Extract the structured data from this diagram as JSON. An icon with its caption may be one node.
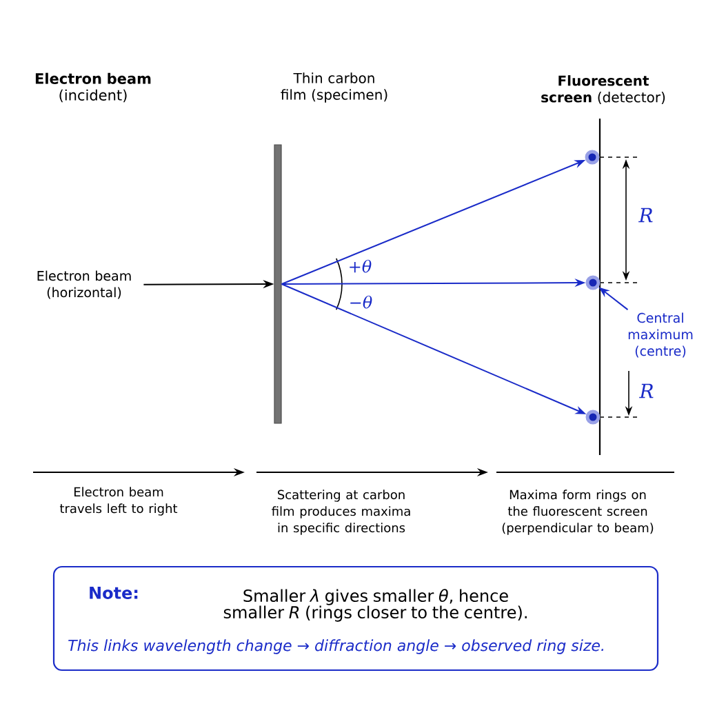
{
  "diagram": {
    "nodes": [
      {
        "text": [
          "Electron beam (horizontal)"
        ]
      },
      {
        "text": [
          "Thin carbon film (specimen)"
        ]
      },
      {
        "text": [
          "**Fluorescent screen** (detector)"
        ]
      },
      {
        "text": [],
        "shape": "circle"
      },
      {
        "text": [],
        "shape": "circle"
      },
      {
        "text": [],
        "shape": "circle"
      },
      {
        "text": [
          "Central maximum (centre)"
        ]
      },
      {
        "text": [
          "Note:",
          "Smaller *λ* gives smaller *θ*, hence smaller *R* (rings closer to the centre).",
          "This links wavelength change → diffraction angle → observed ring size."
        ]
      }
    ],
    "edges": [
      {
        "from": 0,
        "to": 1,
        "arrow": "to",
        "color": "#000000"
      },
      {
        "from": 1,
        "to": 3,
        "arrow": "to"
      },
      {
        "from": 1,
        "to": 4,
        "arrow": "to"
      },
      {
        "from": 1,
        "to": 5,
        "arrow": "to"
      },
      {
        "from": 6,
        "to": 4,
        "arrow": "to"
      }
    ],
    "labels": [
      "**Electron beam** (incident)",
      "+θ",
      "−θ",
      "R",
      "R",
      "Electron beam travels left to right",
      "Scattering at carbon film produces maxima in specific directions",
      "Maxima form rings on the fluorescent screen (perpendicular to beam)"
    ]
  }
}
